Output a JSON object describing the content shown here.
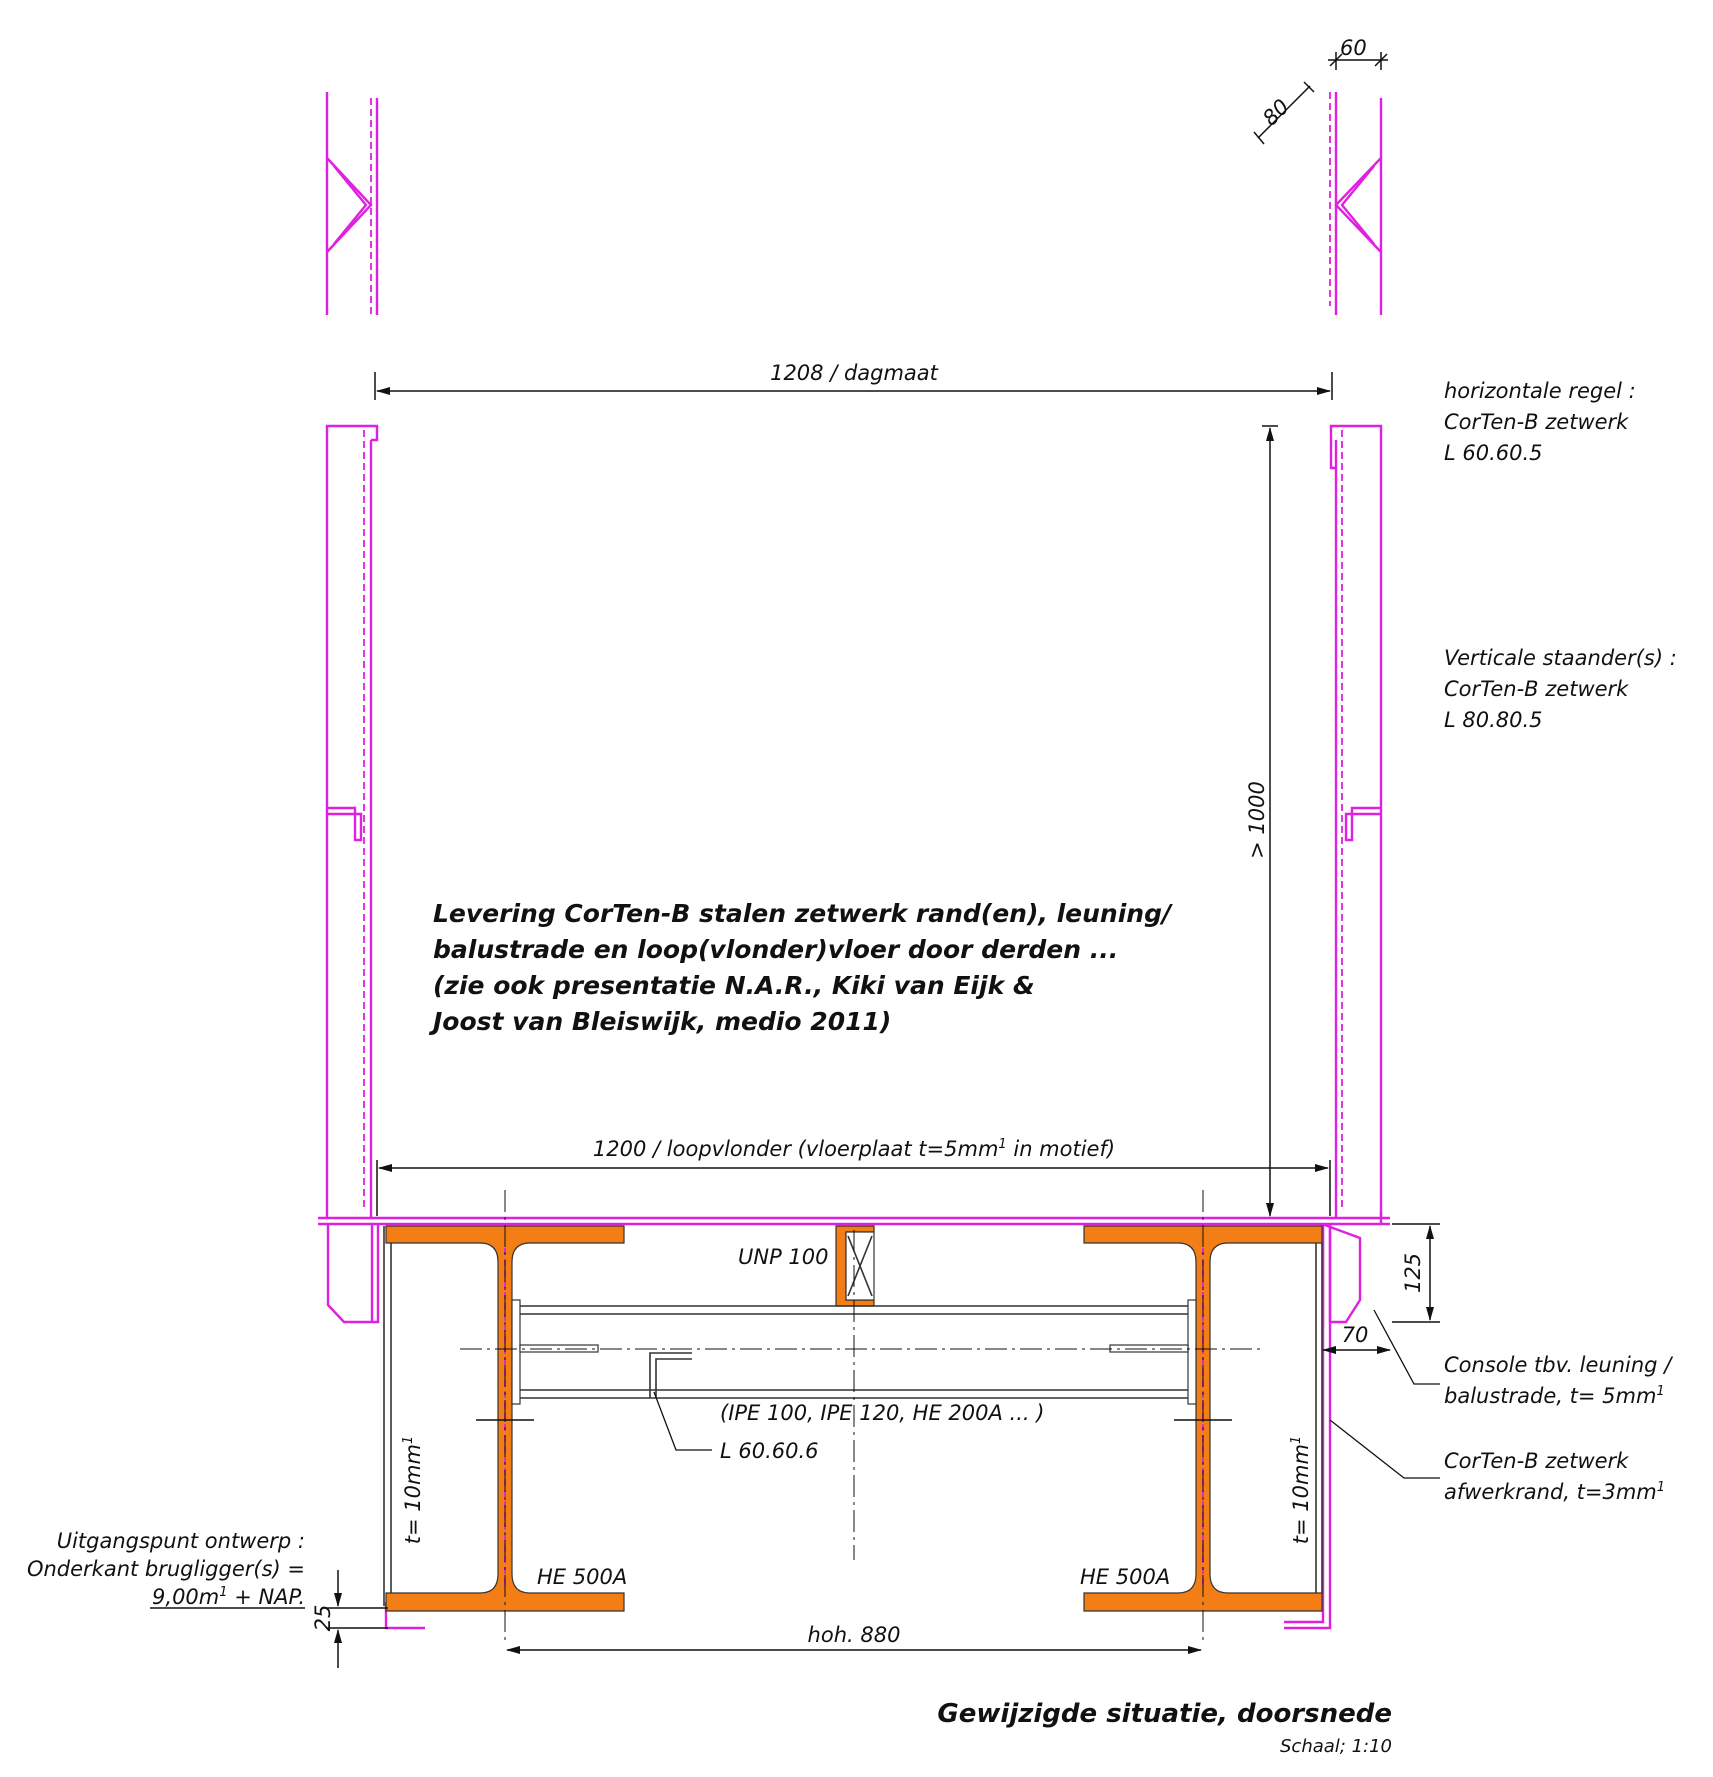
{
  "colors": {
    "corten_outline": "#e020e0",
    "steel_beam_fill": "#f47e16",
    "line": "#111111"
  },
  "dimensions": {
    "top_bracket_width": "60",
    "top_bracket_diagonal": "80",
    "clear_width": "1208 / dagmaat",
    "railing_height": "> 1000",
    "deck_width": "1200 / loopvlonder (vloerplaat t=5mm",
    "deck_width_sup": "1",
    "deck_width_end": " in motief)",
    "console_height": "125",
    "console_offset": "70",
    "beam_spacing": "hoh. 880",
    "bottom_offset": "25"
  },
  "labels": {
    "unp": "UNP 100",
    "cross_beam": "(IPE 100, IPE 120, HE 200A ... )",
    "angle": "L 60.60.6",
    "beam_left": "HE 500A",
    "beam_right": "HE 500A",
    "plate_left": "t= 10mm",
    "plate_right": "t= 10mm",
    "plate_sup": "1"
  },
  "notes": {
    "horizontal_rail": [
      "horizontale regel :",
      "CorTen-B zetwerk",
      "L 60.60.5"
    ],
    "vertical_posts": [
      "Verticale staander(s) :",
      "CorTen-B zetwerk",
      "L 80.80.5"
    ],
    "console": [
      "Console tbv. leuning /",
      "balustrade, t= 5mm"
    ],
    "console_sup": "1",
    "edge_finish": [
      "CorTen-B zetwerk",
      "afwerkrand, t=3mm"
    ],
    "edge_sup": "1",
    "design_basis": [
      "Uitgangspunt ontwerp :",
      "Onderkant brugligger(s) =",
      "9,00m",
      " + NAP."
    ],
    "design_sup": "1",
    "delivery": [
      "Levering CorTen-B stalen zetwerk rand(en), leuning/",
      "balustrade en loop(vlonder)vloer door derden ...",
      "(zie ook presentatie N.A.R., Kiki van Eijk &",
      "Joost van Bleiswijk, medio 2011)"
    ]
  },
  "title_block": {
    "title": "Gewijzigde situatie, doorsnede",
    "scale": "Schaal;  1:10"
  }
}
